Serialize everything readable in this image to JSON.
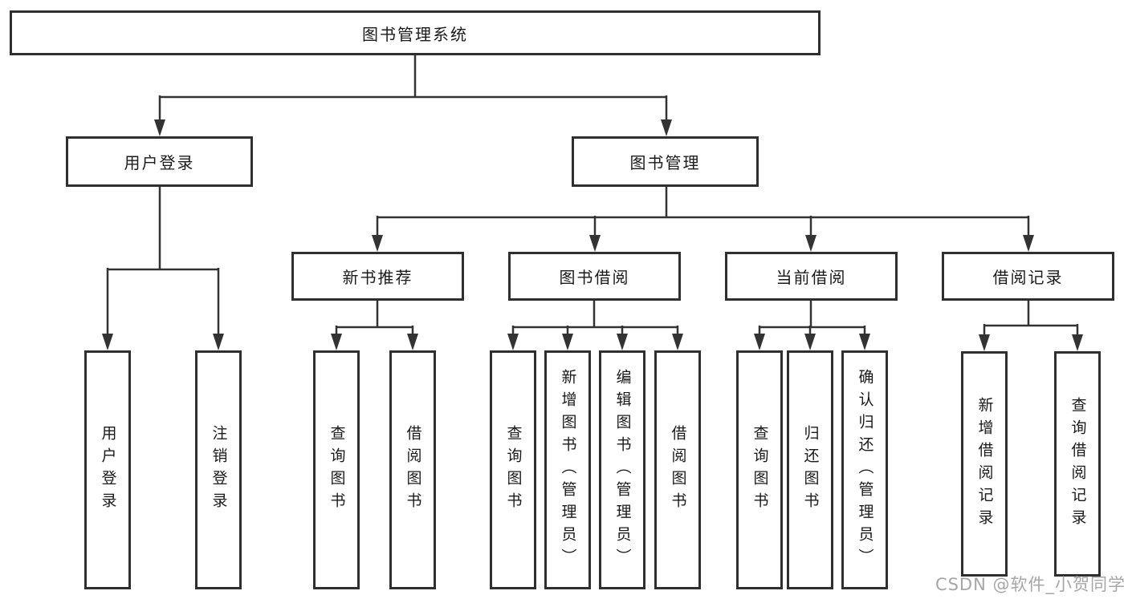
{
  "diagram": {
    "root": {
      "label": "图书管理系统"
    },
    "user_branch": {
      "label": "用户登录",
      "children": [
        "用户登录",
        "注销登录"
      ]
    },
    "mgmt_branch": {
      "label": "图书管理",
      "groups": [
        {
          "label": "新书推荐",
          "children": [
            "查询图书",
            "借阅图书"
          ]
        },
        {
          "label": "图书借阅",
          "children": [
            "查询图书",
            "新增图书（管理员）",
            "编辑图书（管理员）",
            "借阅图书"
          ]
        },
        {
          "label": "当前借阅",
          "children": [
            "查询图书",
            "归还图书",
            "确认归还（管理员）"
          ]
        },
        {
          "label": "借阅记录",
          "children": [
            "新增借阅记录",
            "查询借阅记录"
          ]
        }
      ]
    }
  },
  "watermark": {
    "text": "CSDN @软件_小贺同学"
  },
  "colors": {
    "line": "#333333",
    "box_border": "#2f2f2f",
    "box_fill": "#ffffff",
    "text": "#1a1a1a",
    "watermark": "#a6a6a6",
    "background": "#ffffff"
  }
}
